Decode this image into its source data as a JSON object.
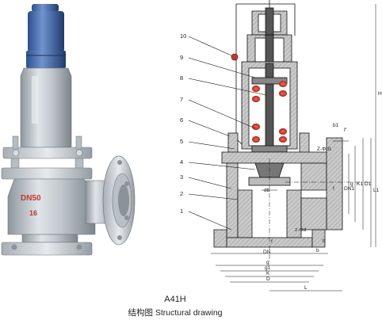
{
  "photo": {
    "body_marking": "DN50",
    "flange_marking": "16"
  },
  "drawing": {
    "callouts": [
      "10",
      "9",
      "8",
      "7",
      "6",
      "5",
      "4",
      "3",
      "2",
      "1"
    ],
    "dims": {
      "H": "H",
      "L1": "L1",
      "D1": "D1",
      "D": "D",
      "g": "g",
      "K": "K",
      "b1": "b1",
      "f1": "f'",
      "z_d1": "Z-Φd1",
      "db": "db",
      "f": "f",
      "z_d": "z-Φd",
      "b": "b",
      "DN": "DN",
      "g1": "g1",
      "L": "L",
      "DN1": "DN1",
      "g_r": "g",
      "K1": "K1",
      "D1_r": "D1",
      "f_r": "f",
      "b_r": "b"
    }
  },
  "caption": {
    "model": "A41H",
    "text": "结构图 Structural drawing"
  }
}
